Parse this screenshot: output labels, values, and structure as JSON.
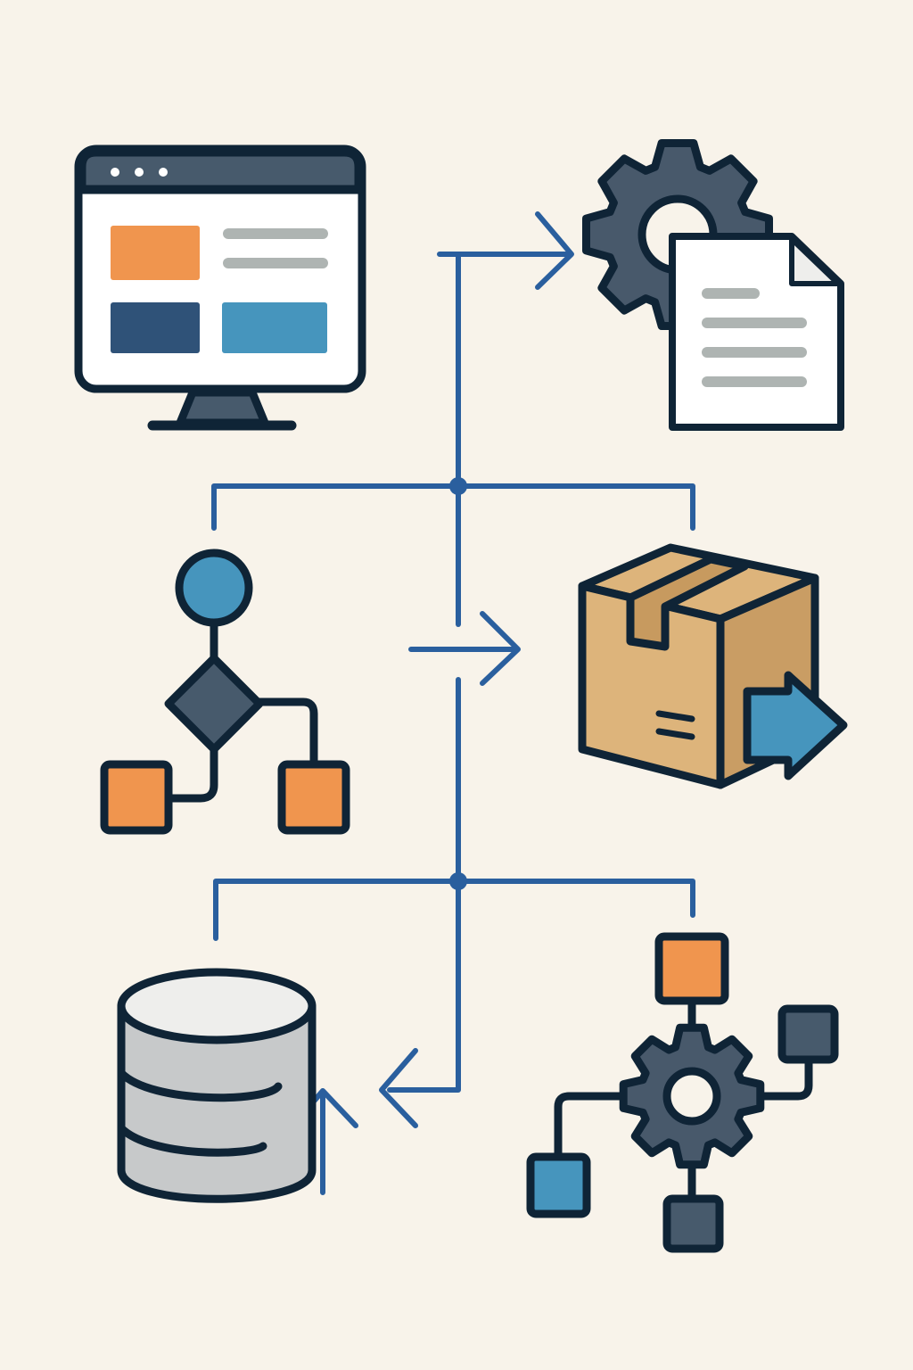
{
  "colors": {
    "background": "#f8f3ea",
    "outline": "#0f2436",
    "connector": "#2a5f9e",
    "orange": "#f0954e",
    "navy": "#2f5278",
    "teal": "#4695bd",
    "slate": "#475a6c",
    "gear": "#48596b",
    "paper": "#ffffff",
    "line_gray": "#aeb4b2",
    "box_tan": "#ddb47b",
    "box_side": "#c99d64",
    "tape": "#c79a5f",
    "db_gray": "#c7c9ca",
    "db_light": "#eeeeec"
  },
  "nodes": [
    {
      "key": "web",
      "icon": "monitor-icon"
    },
    {
      "key": "processing",
      "icon": "gear-document-icon"
    },
    {
      "key": "workflow",
      "icon": "flowchart-icon"
    },
    {
      "key": "package",
      "icon": "shipping-box-icon"
    },
    {
      "key": "storage",
      "icon": "database-icon"
    },
    {
      "key": "integration",
      "icon": "gear-network-icon"
    }
  ]
}
